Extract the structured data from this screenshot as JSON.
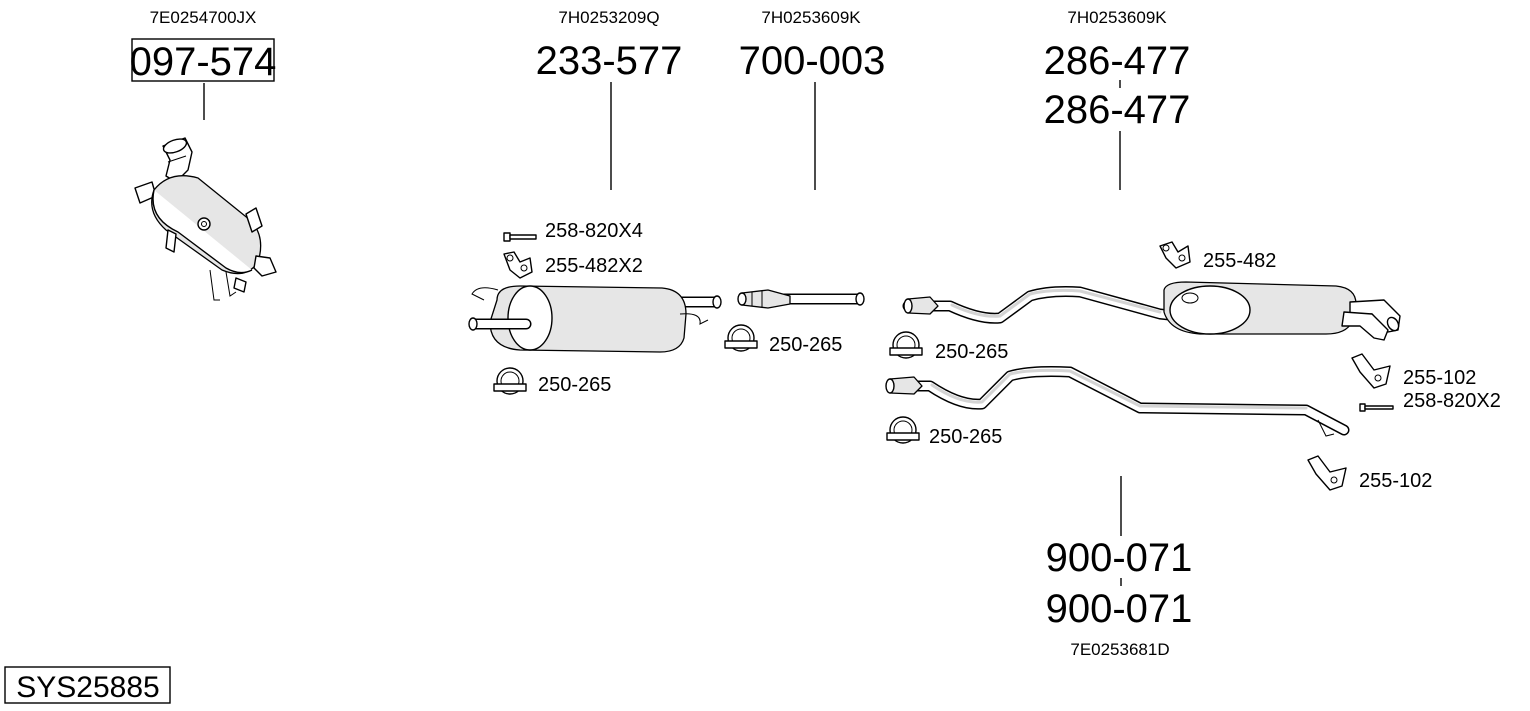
{
  "diagram": {
    "system_code": "SYS25885",
    "catalytic_converter": {
      "oem": "7E0254700JX",
      "part": "097-574"
    },
    "front_silencer": {
      "oem": "7H0253209Q",
      "part": "233-577",
      "bolt": "258-820X4",
      "rubber_mount": "255-482X2",
      "clamp": "250-265"
    },
    "connecting_pipe": {
      "oem": "7H0253609K",
      "part": "700-003",
      "clamp": "250-265"
    },
    "rear_silencer": {
      "oem": "7H0253609K",
      "part_a": "286-477",
      "part_b": "286-477",
      "rubber_mount": "255-482",
      "clamp": "250-265"
    },
    "rear_pipe": {
      "oem": "7E0253681D",
      "part_a": "900-071",
      "part_b": "900-071",
      "clamp": "250-265",
      "bracket_top": "255-102",
      "bolt": "258-820X2",
      "bracket_bottom": "255-102"
    }
  }
}
